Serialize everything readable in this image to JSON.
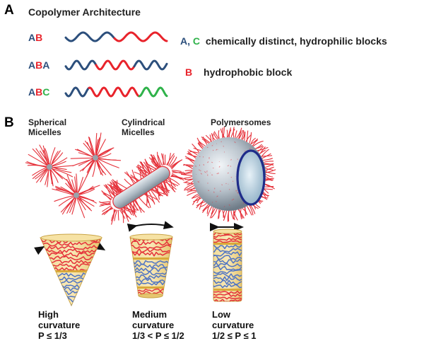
{
  "colors": {
    "blue": "#2c4f7c",
    "red": "#e8232b",
    "green": "#2fb24a"
  },
  "panel_a": {
    "letter": "A",
    "title": "Copolymer Architecture",
    "rows": [
      {
        "letters": [
          {
            "t": "A",
            "c": "blue"
          },
          {
            "t": "B",
            "c": "red"
          }
        ]
      },
      {
        "letters": [
          {
            "t": "A",
            "c": "blue"
          },
          {
            "t": "B",
            "c": "red"
          },
          {
            "t": "A",
            "c": "blue"
          }
        ]
      },
      {
        "letters": [
          {
            "t": "A",
            "c": "blue"
          },
          {
            "t": "B",
            "c": "red"
          },
          {
            "t": "C",
            "c": "green"
          }
        ]
      }
    ],
    "legend": {
      "ac_a": "A",
      "ac_sep": ",",
      "ac_c": "C",
      "ac_text": "chemically distinct, hydrophilic blocks",
      "b_letter": "B",
      "b_text": "hydrophobic block"
    }
  },
  "panel_b": {
    "letter": "B",
    "structures": [
      {
        "line1": "Spherical",
        "line2": "Micelles"
      },
      {
        "line1": "Cylindrical",
        "line2": "Micelles"
      },
      {
        "line1": "Polymersomes",
        "line2": ""
      }
    ],
    "curvatures": [
      {
        "line1": "High",
        "line2": "curvature",
        "line3": "P ≤ 1/3"
      },
      {
        "line1": "Medium",
        "line2": "curvature",
        "line3": "1/3 < P ≤ 1/2"
      },
      {
        "line1": "Low",
        "line2": "curvature",
        "line3": "1/2 ≤ P ≤ 1"
      }
    ]
  }
}
